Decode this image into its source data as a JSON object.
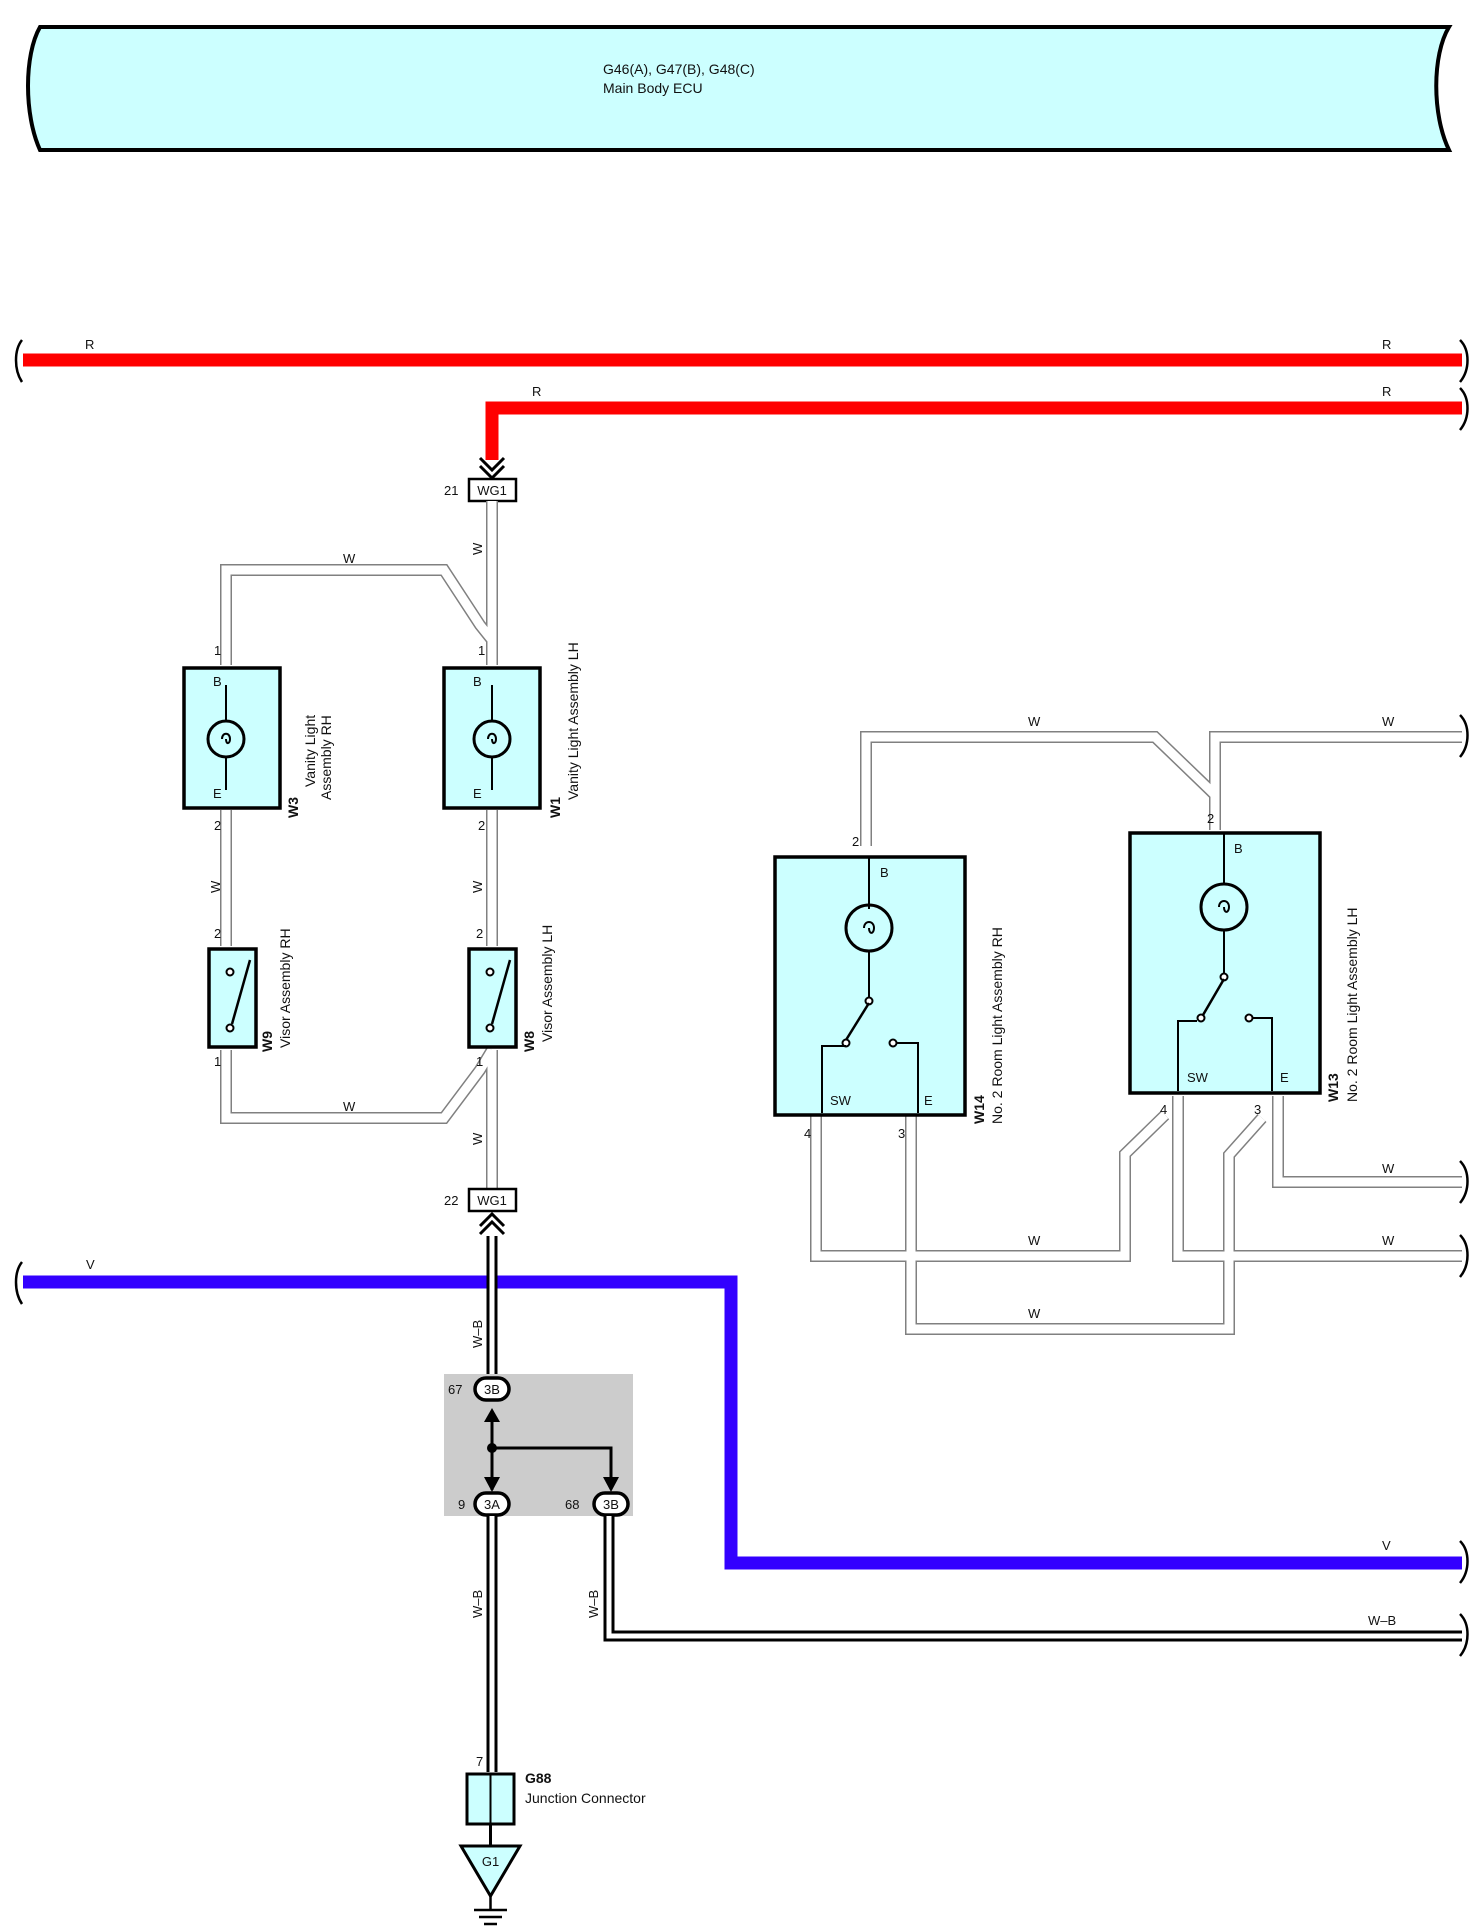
{
  "ecu": {
    "title": "G46(A), G47(B), G48(C)",
    "subtitle": "Main Body ECU"
  },
  "colors": {
    "red_wire": "#ff0000",
    "violet_wire": "#3300ff",
    "component_fill": "#ccffff",
    "junction_block": "#cccccc"
  },
  "wire_labels": {
    "r": "R",
    "w": "W",
    "v": "V",
    "wb": "W–B"
  },
  "connectors": {
    "wg1_top": {
      "pin": "21",
      "label": "WG1"
    },
    "wg1_bottom": {
      "pin": "22",
      "label": "WG1"
    },
    "jb_67": {
      "pin": "67",
      "label": "3B"
    },
    "jb_9": {
      "pin": "9",
      "label": "3A"
    },
    "jb_68": {
      "pin": "68",
      "label": "3B"
    }
  },
  "components": {
    "w3": {
      "id": "W3",
      "name": "Vanity Light",
      "name2": "Assembly RH",
      "term_b": "B",
      "term_e": "E",
      "pin_top": "1",
      "pin_bottom": "2"
    },
    "w1": {
      "id": "W1",
      "name": "Vanity Light Assembly LH",
      "term_b": "B",
      "term_e": "E",
      "pin_top": "1",
      "pin_bottom": "2"
    },
    "w9": {
      "id": "W9",
      "name": "Visor Assembly RH",
      "pin_top": "2",
      "pin_bottom": "1"
    },
    "w8": {
      "id": "W8",
      "name": "Visor Assembly LH",
      "pin_top": "2",
      "pin_bottom": "1"
    },
    "w14": {
      "id": "W14",
      "name": "No. 2 Room Light Assembly RH",
      "term_b": "B",
      "term_sw": "SW",
      "term_e": "E",
      "pin_b": "2",
      "pin_sw": "4",
      "pin_e": "3"
    },
    "w13": {
      "id": "W13",
      "name": "No.  2 Room Light Assembly LH",
      "term_b": "B",
      "term_sw": "SW",
      "term_e": "E",
      "pin_b": "2",
      "pin_sw": "4",
      "pin_e": "3"
    },
    "g88": {
      "id": "G88",
      "name": "Junction Connector",
      "pin": "7"
    },
    "ground": {
      "label": "G1"
    }
  }
}
